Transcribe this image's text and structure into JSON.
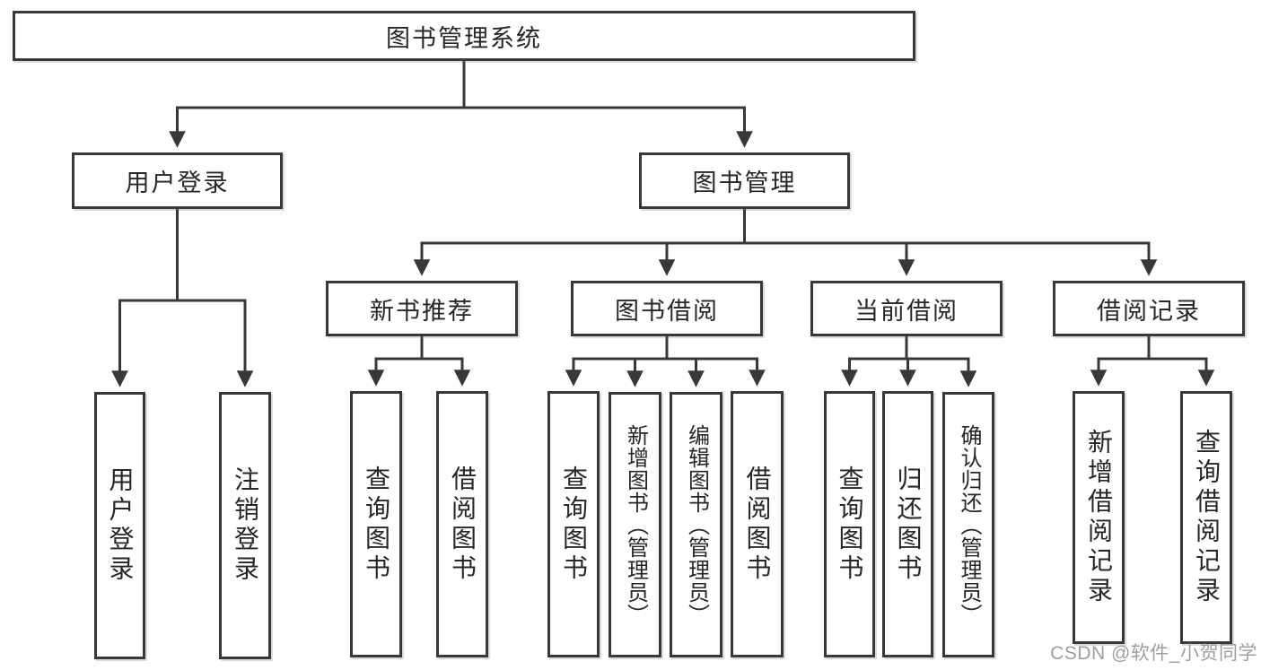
{
  "diagram": {
    "root": {
      "label": "图书管理系统",
      "children": [
        {
          "label": "用户登录",
          "children": [
            {
              "label": "用户登录"
            },
            {
              "label": "注销登录"
            }
          ]
        },
        {
          "label": "图书管理",
          "children": [
            {
              "label": "新书推荐",
              "children": [
                {
                  "label": "查询图书"
                },
                {
                  "label": "借阅图书"
                }
              ]
            },
            {
              "label": "图书借阅",
              "children": [
                {
                  "label": "查询图书"
                },
                {
                  "label": "新增图书（管理员）"
                },
                {
                  "label": "编辑图书（管理员）"
                },
                {
                  "label": "借阅图书"
                }
              ]
            },
            {
              "label": "当前借阅",
              "children": [
                {
                  "label": "查询图书"
                },
                {
                  "label": "归还图书"
                },
                {
                  "label": "确认归还（管理员）"
                }
              ]
            },
            {
              "label": "借阅记录",
              "children": [
                {
                  "label": "新增借阅记录"
                },
                {
                  "label": "查询借阅记录"
                }
              ]
            }
          ]
        }
      ]
    }
  },
  "watermark": {
    "text": "CSDN @软件_小贺同学"
  },
  "colors": {
    "line": "#383838",
    "text": "#262626",
    "watermark": "#9e9e9e",
    "background": "#ffffff"
  }
}
